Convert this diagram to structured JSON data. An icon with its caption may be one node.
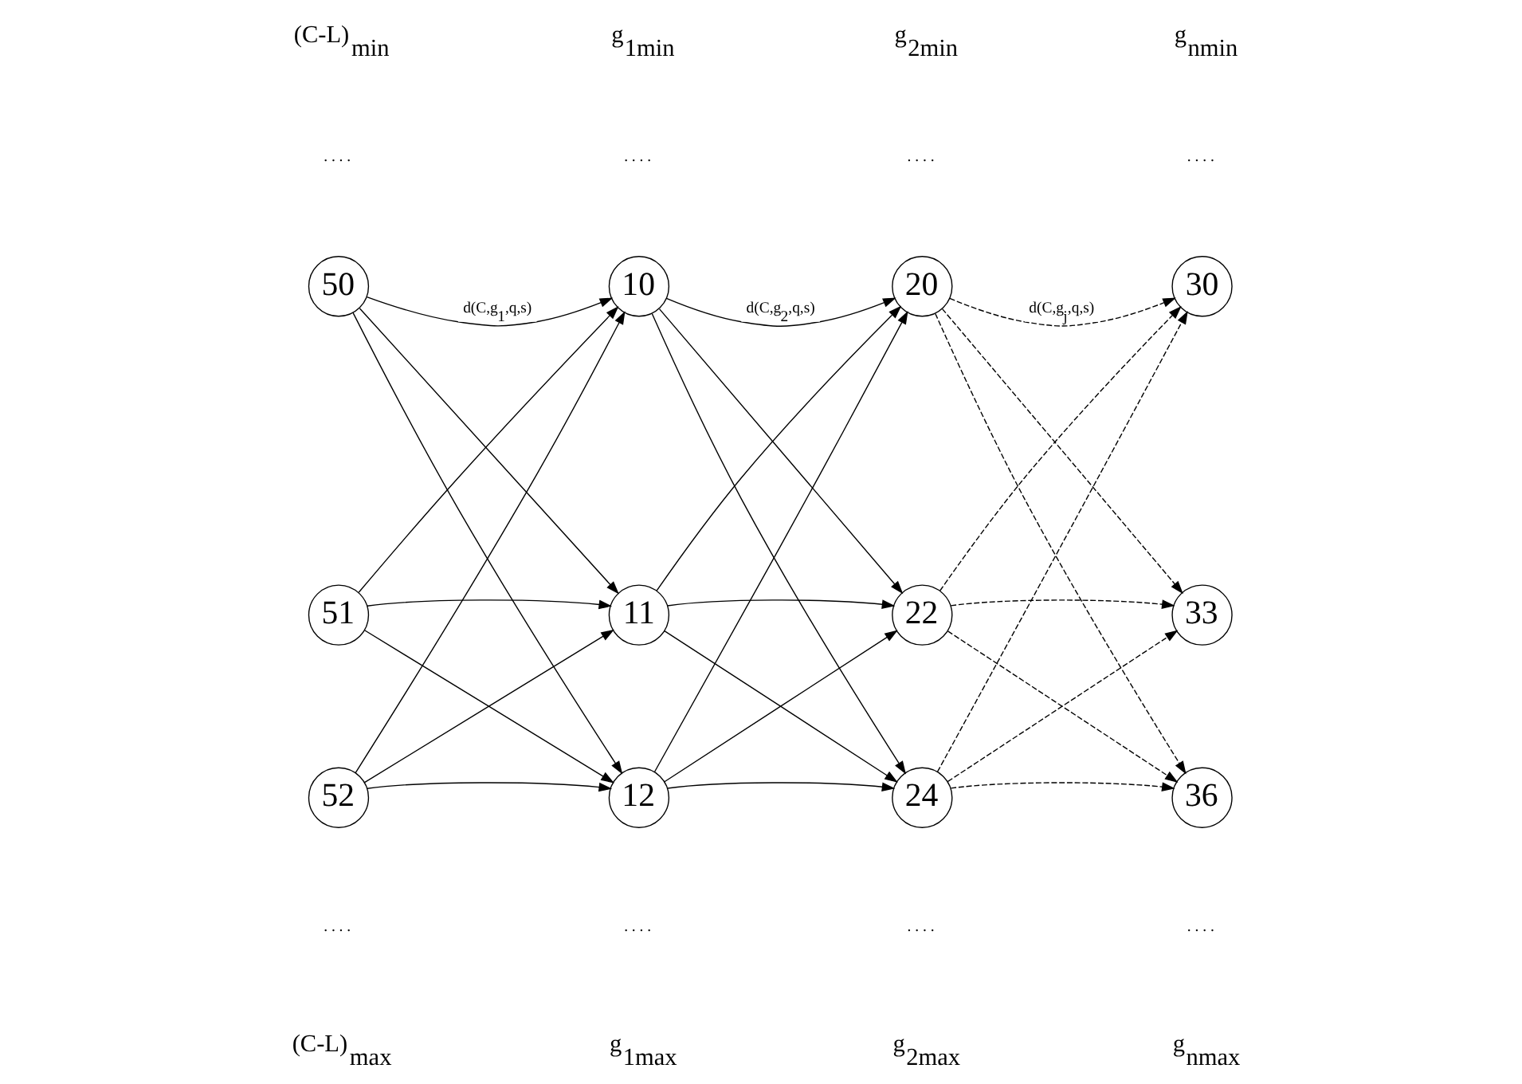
{
  "diagram": {
    "nodes": [
      {
        "text": [
          "50"
        ]
      },
      {
        "text": [
          "10"
        ]
      },
      {
        "text": [
          "20"
        ]
      },
      {
        "text": [
          "30"
        ]
      },
      {
        "text": [
          "51"
        ]
      },
      {
        "text": [
          "11"
        ]
      },
      {
        "text": [
          "22"
        ]
      },
      {
        "text": [
          "33"
        ]
      },
      {
        "text": [
          "52"
        ]
      },
      {
        "text": [
          "12"
        ]
      },
      {
        "text": [
          "24"
        ]
      },
      {
        "text": [
          "36"
        ]
      }
    ],
    "edges": [
      {
        "from": 0,
        "to": 1,
        "arrow": "to",
        "label": "d(C,g$_{1}$,q,s)"
      },
      {
        "from": 0,
        "to": 5,
        "arrow": "to"
      },
      {
        "from": 0,
        "to": 9,
        "arrow": "to"
      },
      {
        "from": 4,
        "to": 1,
        "arrow": "to"
      },
      {
        "from": 4,
        "to": 5,
        "arrow": "to"
      },
      {
        "from": 4,
        "to": 9,
        "arrow": "to"
      },
      {
        "from": 8,
        "to": 1,
        "arrow": "to"
      },
      {
        "from": 8,
        "to": 5,
        "arrow": "to"
      },
      {
        "from": 8,
        "to": 9,
        "arrow": "to"
      },
      {
        "from": 1,
        "to": 2,
        "arrow": "to",
        "label": "d(C,g$_{2}$,q,s)"
      },
      {
        "from": 1,
        "to": 6,
        "arrow": "to"
      },
      {
        "from": 1,
        "to": 10,
        "arrow": "to"
      },
      {
        "from": 5,
        "to": 2,
        "arrow": "to"
      },
      {
        "from": 5,
        "to": 6,
        "arrow": "to"
      },
      {
        "from": 5,
        "to": 10,
        "arrow": "to"
      },
      {
        "from": 9,
        "to": 2,
        "arrow": "to"
      },
      {
        "from": 9,
        "to": 6,
        "arrow": "to"
      },
      {
        "from": 9,
        "to": 10,
        "arrow": "to"
      },
      {
        "from": 2,
        "to": 3,
        "arrow": "to",
        "style": "dashed",
        "label": "d(C,g$_{j}$,q,s)"
      },
      {
        "from": 2,
        "to": 7,
        "arrow": "to",
        "style": "dashed"
      },
      {
        "from": 2,
        "to": 11,
        "arrow": "to",
        "style": "dashed"
      },
      {
        "from": 6,
        "to": 3,
        "arrow": "to",
        "style": "dashed"
      },
      {
        "from": 6,
        "to": 7,
        "arrow": "to",
        "style": "dashed"
      },
      {
        "from": 6,
        "to": 11,
        "arrow": "to",
        "style": "dashed"
      },
      {
        "from": 10,
        "to": 3,
        "arrow": "to",
        "style": "dashed"
      },
      {
        "from": 10,
        "to": 7,
        "arrow": "to",
        "style": "dashed"
      },
      {
        "from": 10,
        "to": 11,
        "arrow": "to",
        "style": "dashed"
      }
    ],
    "labels": [
      "(C-L)$_{min}$",
      "g$_{1min}$",
      "g$_{2min}$",
      "g$_{nmin}$",
      ". . . .",
      ". . . .",
      ". . . .",
      ". . . .",
      ". . . .",
      ". . . .",
      ". . . .",
      ". . . .",
      "(C-L)$_{max}$",
      "g$_{1max}$",
      "g$_{2max}$",
      "g$_{nmax}$"
    ]
  }
}
